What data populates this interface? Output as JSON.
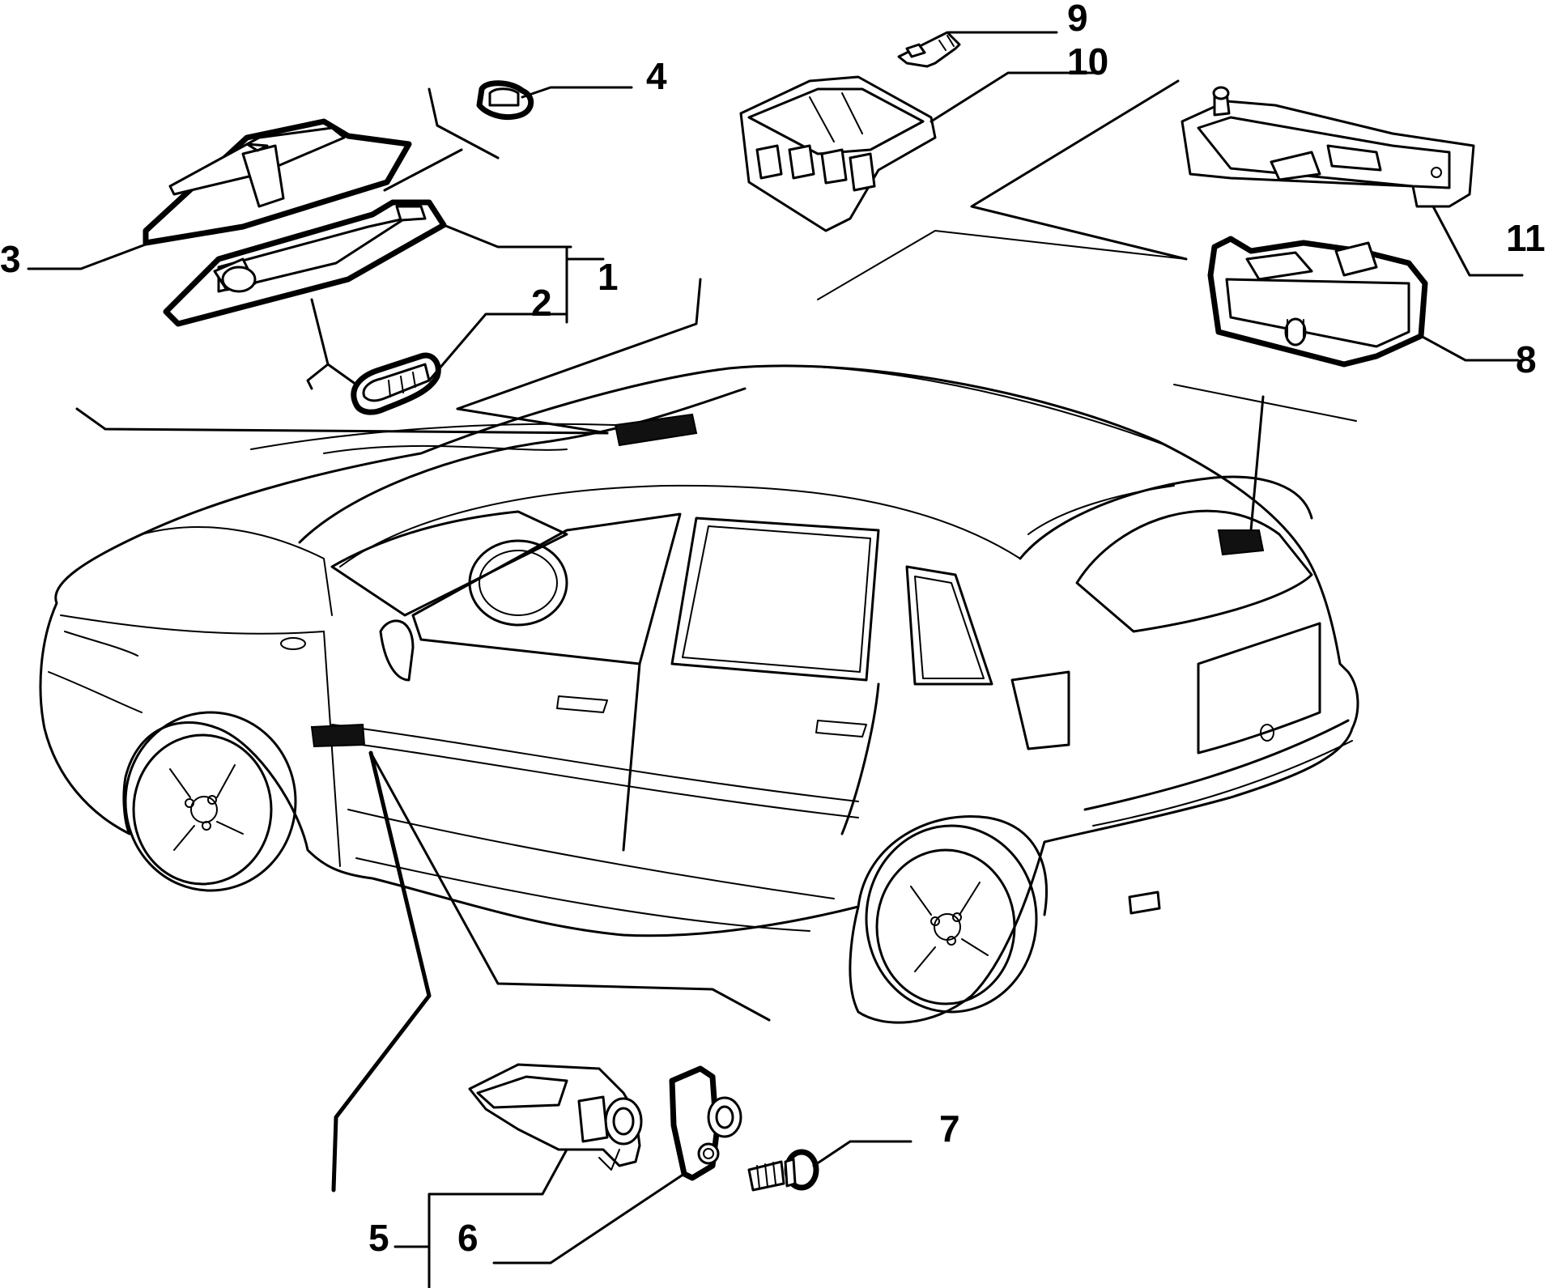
{
  "diagram": {
    "background": "#ffffff",
    "line_color": "#000000",
    "callouts": [
      {
        "id": "c1",
        "label": "1"
      },
      {
        "id": "c2",
        "label": "2"
      },
      {
        "id": "c3",
        "label": "3"
      },
      {
        "id": "c4",
        "label": "4"
      },
      {
        "id": "c5",
        "label": "5"
      },
      {
        "id": "c6",
        "label": "6"
      },
      {
        "id": "c7",
        "label": "7"
      },
      {
        "id": "c8",
        "label": "8"
      },
      {
        "id": "c9",
        "label": "9"
      },
      {
        "id": "c10",
        "label": "10"
      },
      {
        "id": "c11",
        "label": "11"
      }
    ],
    "parts": [
      {
        "name": "roof-courtesy-lamp-lens",
        "icon": "lamp-lens-icon"
      },
      {
        "name": "roof-courtesy-lamp-body",
        "icon": "lamp-body-icon"
      },
      {
        "name": "festoon-bulb",
        "icon": "bulb-icon"
      },
      {
        "name": "fastening-clip",
        "icon": "clip-icon"
      },
      {
        "name": "door-switch",
        "icon": "switch-icon"
      },
      {
        "name": "switch-gasket",
        "icon": "gasket-icon"
      },
      {
        "name": "screw",
        "icon": "screw-icon"
      },
      {
        "name": "luggage-compartment-lamp",
        "icon": "lamp-icon"
      },
      {
        "name": "terminal",
        "icon": "terminal-icon"
      },
      {
        "name": "connector-block",
        "icon": "connector-icon"
      },
      {
        "name": "lamp-bracket",
        "icon": "bracket-icon"
      },
      {
        "name": "car-body",
        "icon": "car-icon"
      }
    ]
  }
}
